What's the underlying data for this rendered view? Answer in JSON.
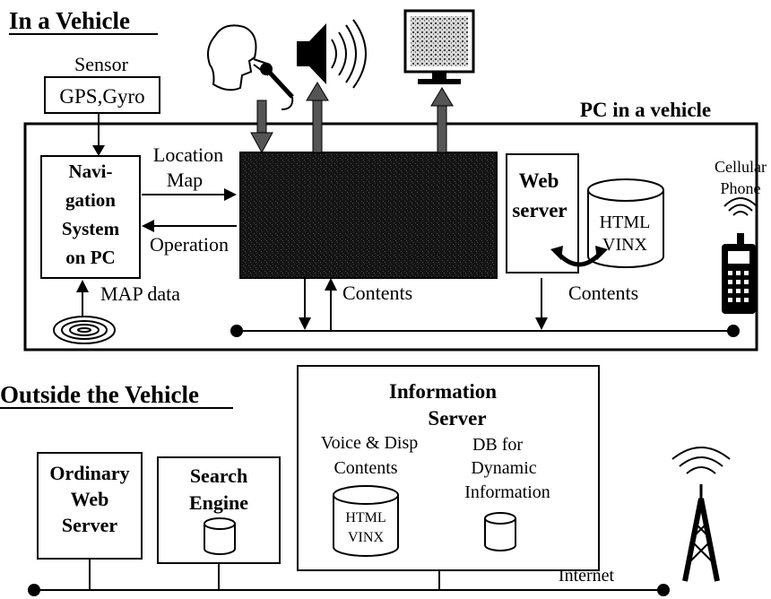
{
  "sections": {
    "in_vehicle": "In a Vehicle",
    "outside": "Outside the Vehicle"
  },
  "sensor": {
    "title": "Sensor",
    "label": "GPS,Gyro"
  },
  "pc_box": {
    "title": "PC in a vehicle"
  },
  "navigation": {
    "lines": [
      "Navi-",
      "gation",
      "System",
      "on PC"
    ]
  },
  "map_data": {
    "label": "MAP data"
  },
  "flows": {
    "location": "Location",
    "map": "Map",
    "operation": "Operation",
    "contents_up": "Contents",
    "contents_web": "Contents"
  },
  "web_server": {
    "lines": [
      "Web",
      "server"
    ]
  },
  "web_db": {
    "lines": [
      "HTML",
      "VINX"
    ]
  },
  "cellular": {
    "lines": [
      "Cellular",
      "Phone"
    ]
  },
  "information_server": {
    "title_lines": [
      "Information",
      "Server"
    ],
    "voice_lines": [
      "Voice & Disp",
      "Contents"
    ],
    "db_lines": [
      "DB for",
      "Dynamic",
      "Information"
    ],
    "db_labels": [
      "HTML",
      "VINX"
    ]
  },
  "ordinary_web_server": {
    "lines": [
      "Ordinary",
      "Web",
      "Server"
    ]
  },
  "search_engine": {
    "lines": [
      "Search",
      "Engine"
    ]
  },
  "internet": {
    "label": "Internet"
  },
  "colors": {
    "ink": "#000000",
    "arrow_fill": "#555555",
    "screen": "#1a1a1a"
  }
}
